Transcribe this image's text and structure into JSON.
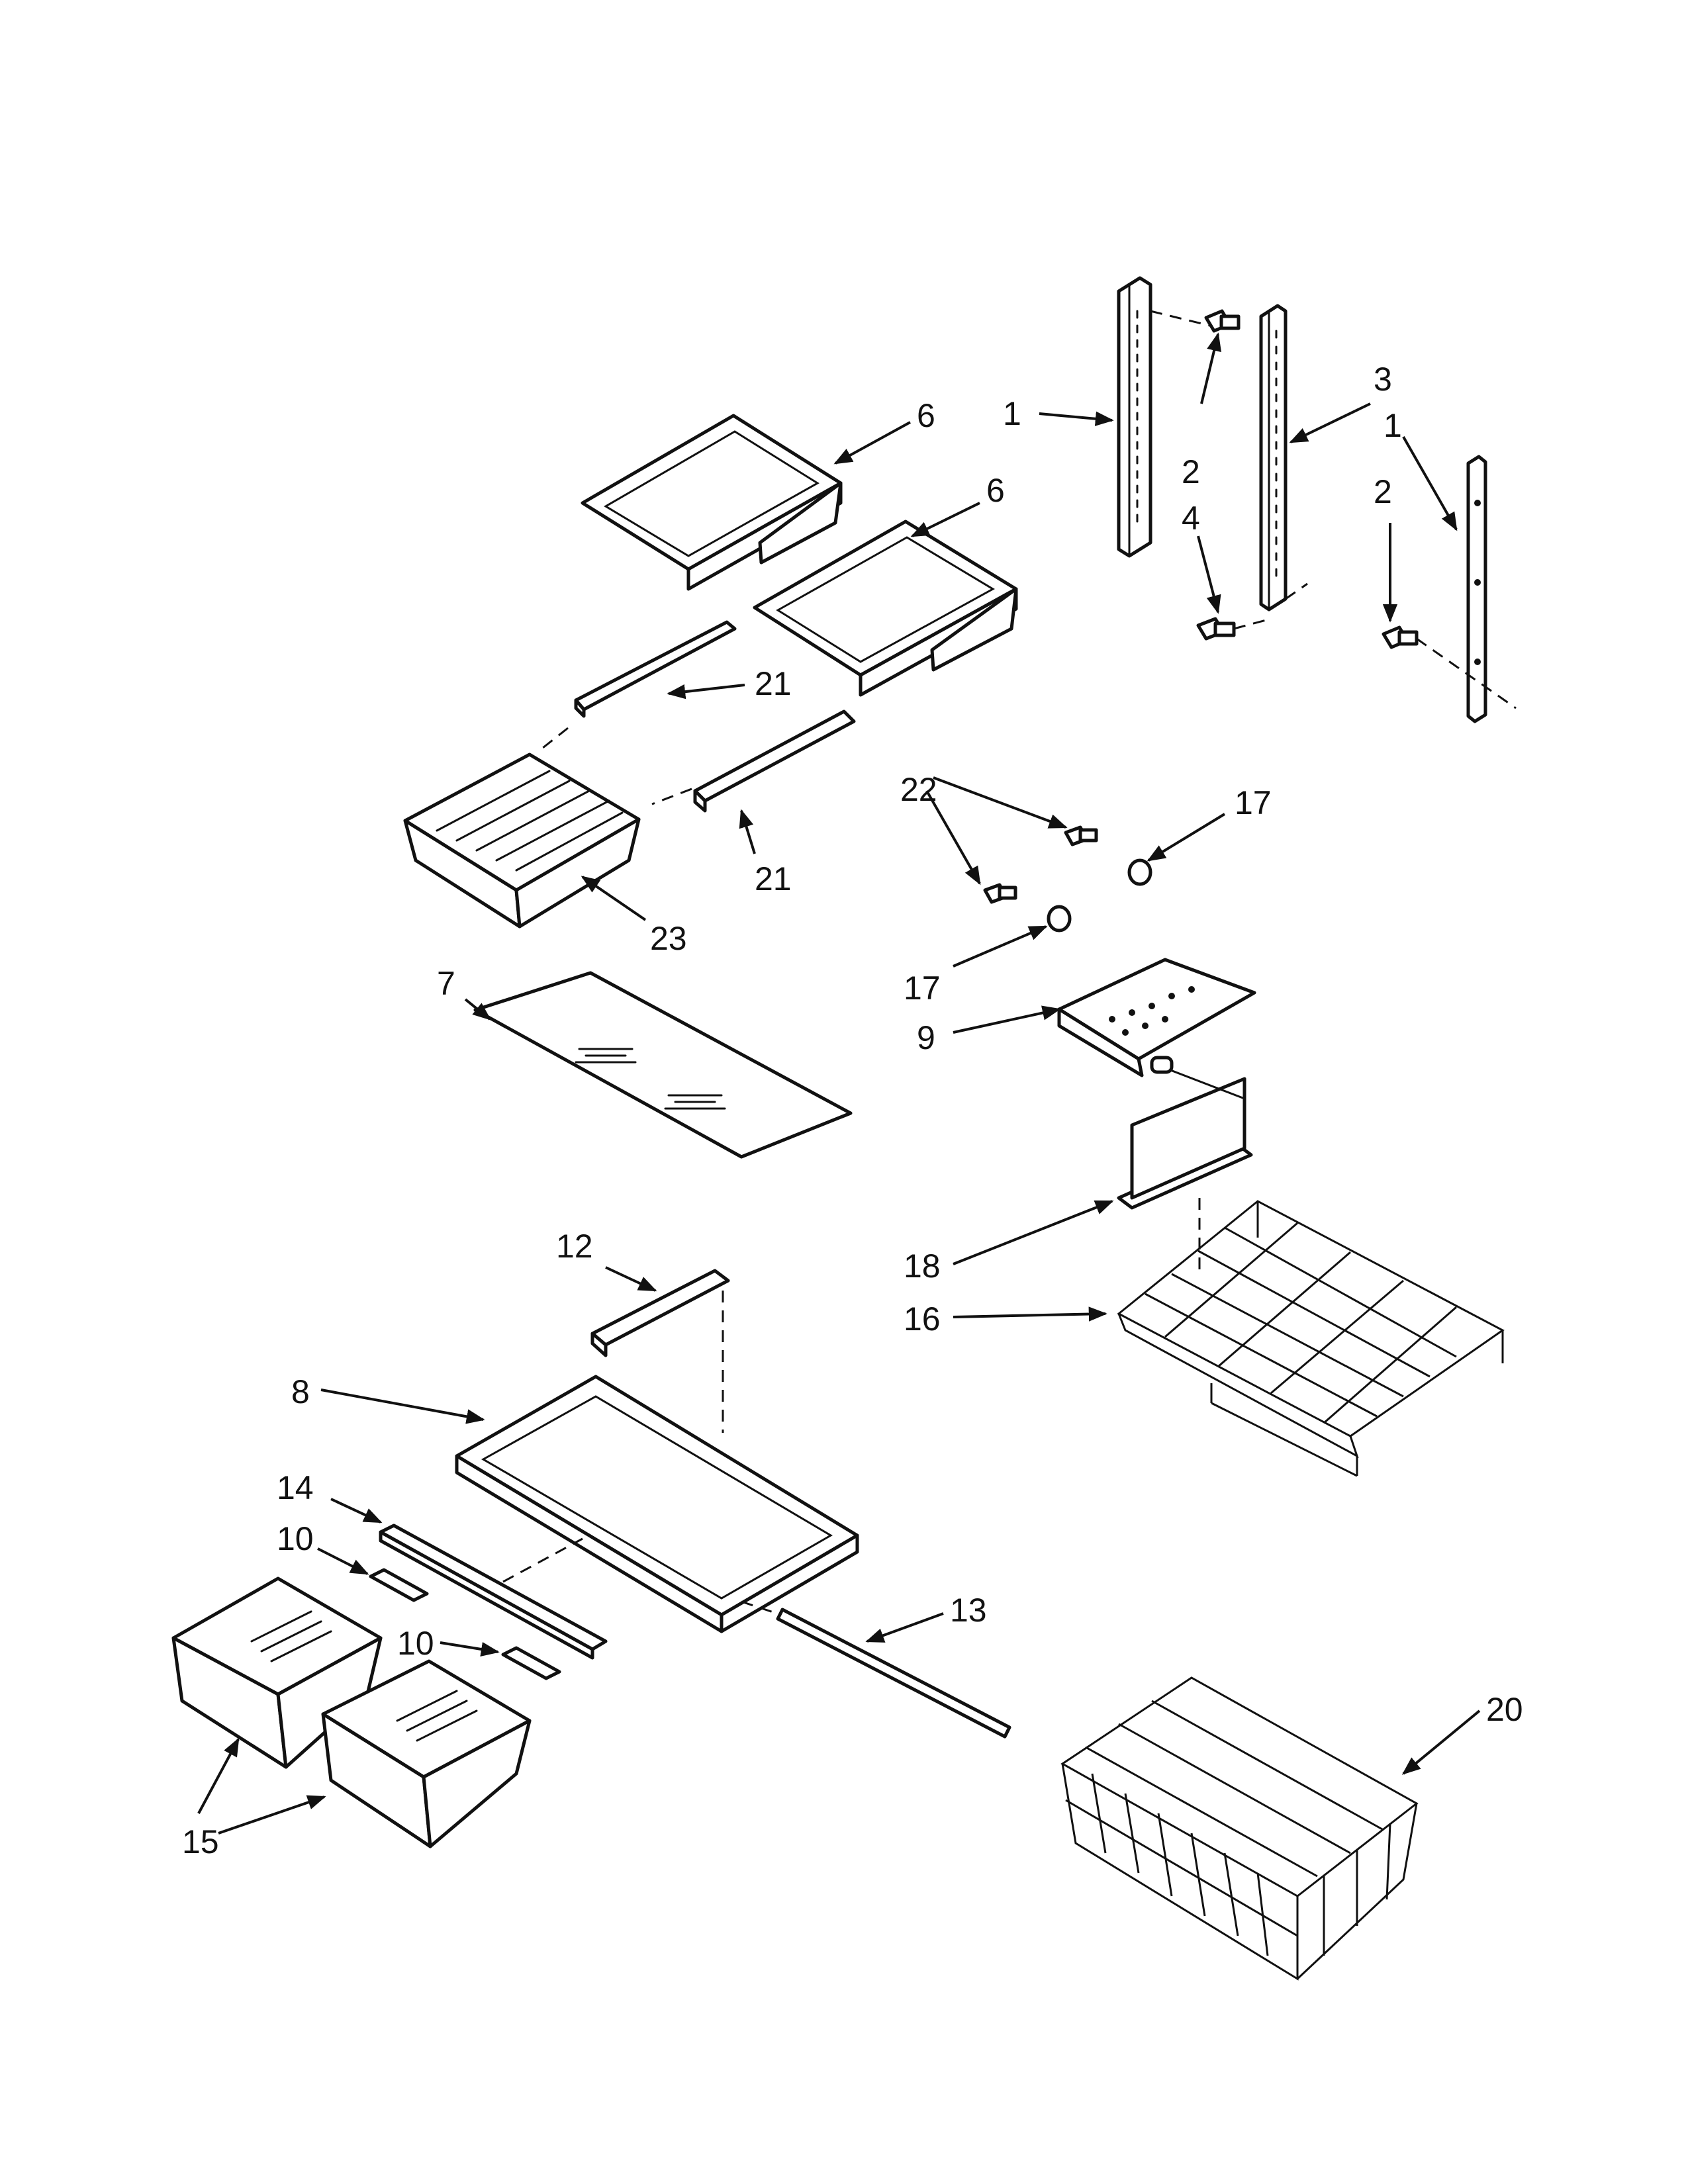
{
  "callouts": [
    {
      "id": "c1a",
      "text": "1"
    },
    {
      "id": "c1b",
      "text": "1"
    },
    {
      "id": "c2a",
      "text": "2"
    },
    {
      "id": "c2b",
      "text": "2"
    },
    {
      "id": "c3",
      "text": "3"
    },
    {
      "id": "c4",
      "text": "4"
    },
    {
      "id": "c6a",
      "text": "6"
    },
    {
      "id": "c6b",
      "text": "6"
    },
    {
      "id": "c7",
      "text": "7"
    },
    {
      "id": "c8",
      "text": "8"
    },
    {
      "id": "c9",
      "text": "9"
    },
    {
      "id": "c10a",
      "text": "10"
    },
    {
      "id": "c10b",
      "text": "10"
    },
    {
      "id": "c12",
      "text": "12"
    },
    {
      "id": "c13",
      "text": "13"
    },
    {
      "id": "c14",
      "text": "14"
    },
    {
      "id": "c15",
      "text": "15"
    },
    {
      "id": "c16",
      "text": "16"
    },
    {
      "id": "c17a",
      "text": "17"
    },
    {
      "id": "c17b",
      "text": "17"
    },
    {
      "id": "c18",
      "text": "18"
    },
    {
      "id": "c20",
      "text": "20"
    },
    {
      "id": "c21a",
      "text": "21"
    },
    {
      "id": "c21b",
      "text": "21"
    },
    {
      "id": "c22",
      "text": "22"
    },
    {
      "id": "c23",
      "text": "23"
    }
  ]
}
